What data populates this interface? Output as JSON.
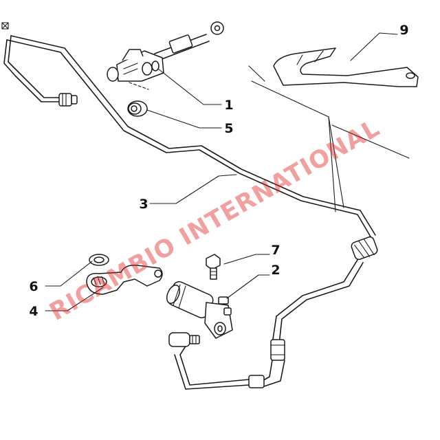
{
  "diagram": {
    "callouts": [
      {
        "id": "1",
        "label": "1"
      },
      {
        "id": "2",
        "label": "2"
      },
      {
        "id": "3",
        "label": "3"
      },
      {
        "id": "4",
        "label": "4"
      },
      {
        "id": "5",
        "label": "5"
      },
      {
        "id": "6",
        "label": "6"
      },
      {
        "id": "7",
        "label": "7"
      },
      {
        "id": "9",
        "label": "9"
      }
    ],
    "watermark": "RICAMBIO INTERNATIONAL"
  },
  "colors": {
    "line": "#1a1a1a",
    "watermark": "#e02020",
    "background": "#ffffff"
  }
}
